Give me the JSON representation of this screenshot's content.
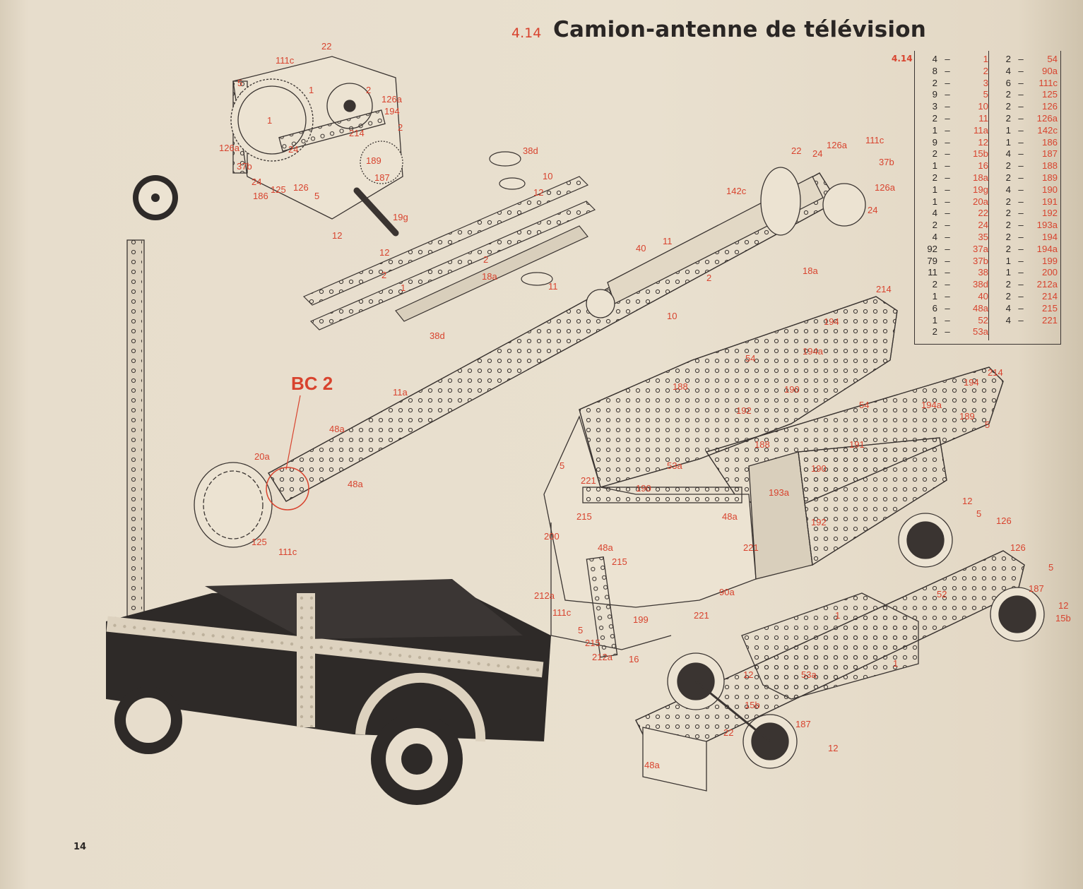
{
  "header": {
    "model_number": "4.14",
    "title": "Camion-antenne de télévision"
  },
  "parts_list": {
    "label": "4.14",
    "left_column": [
      {
        "qty": "4",
        "part": "1"
      },
      {
        "qty": "8",
        "part": "2"
      },
      {
        "qty": "2",
        "part": "3"
      },
      {
        "qty": "9",
        "part": "5"
      },
      {
        "qty": "3",
        "part": "10"
      },
      {
        "qty": "2",
        "part": "11"
      },
      {
        "qty": "1",
        "part": "11a"
      },
      {
        "qty": "9",
        "part": "12"
      },
      {
        "qty": "2",
        "part": "15b"
      },
      {
        "qty": "1",
        "part": "16"
      },
      {
        "qty": "2",
        "part": "18a"
      },
      {
        "qty": "1",
        "part": "19g"
      },
      {
        "qty": "1",
        "part": "20a"
      },
      {
        "qty": "4",
        "part": "22"
      },
      {
        "qty": "2",
        "part": "24"
      },
      {
        "qty": "4",
        "part": "35"
      },
      {
        "qty": "92",
        "part": "37a"
      },
      {
        "qty": "79",
        "part": "37b"
      },
      {
        "qty": "11",
        "part": "38"
      },
      {
        "qty": "2",
        "part": "38d"
      },
      {
        "qty": "1",
        "part": "40"
      },
      {
        "qty": "6",
        "part": "48a"
      },
      {
        "qty": "1",
        "part": "52"
      },
      {
        "qty": "2",
        "part": "53a"
      }
    ],
    "right_column": [
      {
        "qty": "2",
        "part": "54"
      },
      {
        "qty": "4",
        "part": "90a"
      },
      {
        "qty": "6",
        "part": "111c"
      },
      {
        "qty": "2",
        "part": "125"
      },
      {
        "qty": "2",
        "part": "126"
      },
      {
        "qty": "2",
        "part": "126a"
      },
      {
        "qty": "1",
        "part": "142c"
      },
      {
        "qty": "1",
        "part": "186"
      },
      {
        "qty": "4",
        "part": "187"
      },
      {
        "qty": "2",
        "part": "188"
      },
      {
        "qty": "2",
        "part": "189"
      },
      {
        "qty": "4",
        "part": "190"
      },
      {
        "qty": "2",
        "part": "191"
      },
      {
        "qty": "2",
        "part": "192"
      },
      {
        "qty": "2",
        "part": "193a"
      },
      {
        "qty": "2",
        "part": "194"
      },
      {
        "qty": "2",
        "part": "194a"
      },
      {
        "qty": "1",
        "part": "199"
      },
      {
        "qty": "1",
        "part": "200"
      },
      {
        "qty": "2",
        "part": "212a"
      },
      {
        "qty": "2",
        "part": "214"
      },
      {
        "qty": "4",
        "part": "215"
      },
      {
        "qty": "4",
        "part": "221"
      }
    ]
  },
  "callouts": {
    "bc2": "BC 2",
    "gearbox": [
      "111c",
      "22",
      "1",
      "5",
      "1",
      "2",
      "126a",
      "194",
      "2",
      "214",
      "189",
      "187",
      "19g",
      "12",
      "126",
      "5",
      "186",
      "125",
      "24",
      "37b",
      "126a",
      "24"
    ],
    "boom_upper": [
      "38d",
      "10",
      "12",
      "12",
      "2",
      "2",
      "1",
      "11",
      "38d",
      "18a",
      "1"
    ],
    "boom_end": [
      "22",
      "24",
      "126a",
      "111c",
      "37b",
      "126a",
      "24",
      "142c",
      "40",
      "11",
      "18a",
      "2",
      "10"
    ],
    "boom_lower": [
      "11a",
      "48a",
      "48a",
      "20a",
      "125",
      "111c"
    ],
    "cab": [
      "214",
      "194",
      "54",
      "194a",
      "188",
      "190",
      "192",
      "188",
      "191",
      "190",
      "53a",
      "5",
      "221",
      "190",
      "193a",
      "48a",
      "192",
      "221",
      "215",
      "200",
      "48a",
      "215",
      "212a",
      "111c",
      "5",
      "215",
      "212a",
      "16",
      "199",
      "221",
      "90a",
      "214",
      "194",
      "54",
      "194a",
      "189",
      "5"
    ],
    "chassis": [
      "12",
      "5",
      "126",
      "126",
      "5",
      "187",
      "12",
      "15b",
      "52",
      "1",
      "1",
      "53a",
      "12",
      "15b",
      "22",
      "187",
      "12",
      "48a"
    ]
  },
  "page_number": "14",
  "colors": {
    "paper": "#e9e0cf",
    "ink": "#2a2624",
    "callout_red": "#d8432e"
  }
}
